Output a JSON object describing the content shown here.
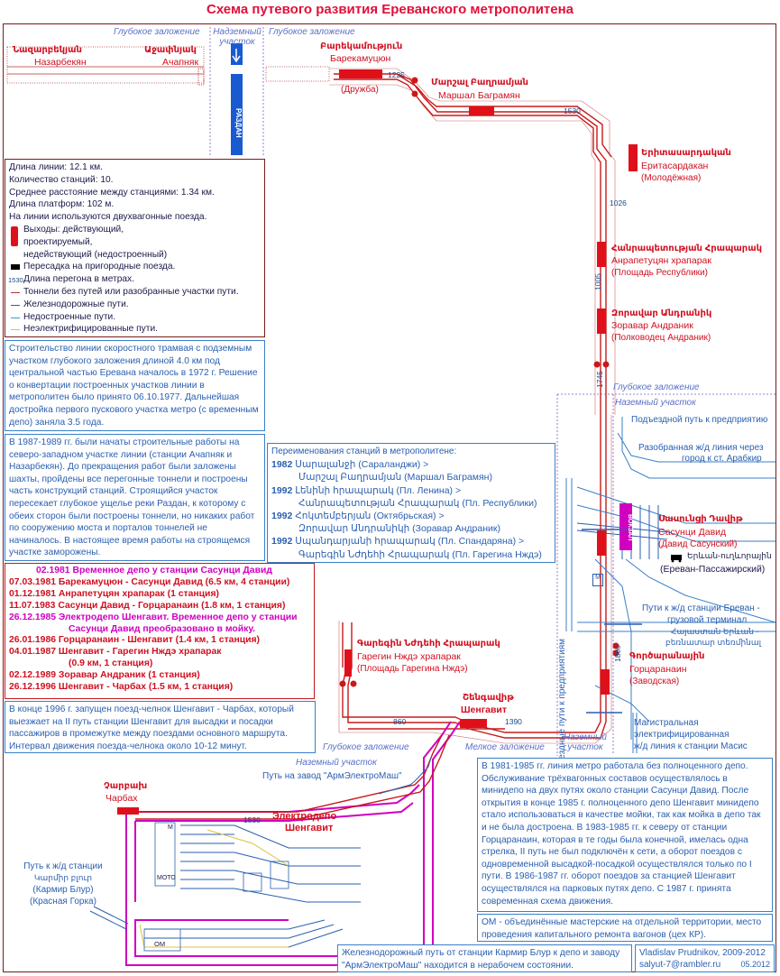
{
  "title": "Схема путевого развития Ереванского метрополитена",
  "zones": {
    "deep_top_left": "Глубокое заложение",
    "overground_top": "Надземный участок",
    "deep_top_right": "Глубокое заложение",
    "deep_mid": "Глубокое заложение",
    "ground_mid": "Наземный участок",
    "deep_bottom": "Глубокое заложение",
    "shallow_bottom": "Мелкое заложение",
    "ground_bottom": "Наземный участок",
    "ground_depot": "Наземный участок"
  },
  "river_label": "РАЗДАН",
  "stations": {
    "nazarbekyan": {
      "arm": "Նազարբեկյան",
      "ru": "Назарбекян"
    },
    "achapnyak": {
      "arm": "Աջափնյակ",
      "ru": "Ачапняк"
    },
    "barekamutyun": {
      "arm": "Բարեկամություն",
      "ru": "Барекамуцюн",
      "old": "(Дружба)"
    },
    "bagramyan": {
      "arm": "Մարշալ Բաղրամյան",
      "ru": "Маршал Баграмян"
    },
    "eritasardakan": {
      "arm": "Երիտասարդական",
      "ru": "Еритасардакан",
      "old": "(Молодёжная)"
    },
    "hanrapetutyun": {
      "arm": "Հանրապետության Հրապարակ",
      "ru": "Анрапетуцян храпарак",
      "old": "(Площадь Республики)"
    },
    "andranik": {
      "arm": "Զորավար Անդրանիկ",
      "ru": "Зоравар Андраник",
      "old": "(Полководец Андраник)"
    },
    "sasuntsi": {
      "arm": "Սասունցի Դավիթ",
      "ru": "Сасунци Давид",
      "old": "(Давид Сасунский)"
    },
    "gortsaranain": {
      "arm": "Գործարանային",
      "ru": "Горцаранаин",
      "old": "(Заводская)"
    },
    "nzhdeh": {
      "arm": "Գարեգին Նժդեհի Հրապարակ",
      "ru": "Гарегин Нждэ храпарак",
      "old": "(Площадь Гарегина Нждэ)"
    },
    "shengavit": {
      "arm": "Շենգավիթ",
      "ru": "Шенгавит"
    },
    "charbakh": {
      "arm": "Չարբախ",
      "ru": "Чарбах"
    },
    "yerevan_pass": {
      "arm": "Երևան-ուղևորային",
      "ru": "(Ереван-Пассажирский)"
    }
  },
  "vokzal_label": "ВОКЗАЛ",
  "depot": {
    "label": "Электродепо\nШенгавит",
    "label1": "Электродепо",
    "label2": "Шенгавит",
    "om": "ОМ",
    "moto": "МОТО",
    "m": "М"
  },
  "lengths": [
    "1225",
    "1530",
    "1026",
    "1005",
    "1745",
    "1800",
    "860",
    "1390",
    "1530"
  ],
  "notes": {
    "access_path": "Подъездной путь к предприятию",
    "rail_line": "Разобранная ж/д линия через",
    "rail_line2": "город к ст. Арабкир",
    "access_vertical": "Подъездные пути к предприятиям",
    "yerevan_cargo1": "Пути к ж/д станции Ереван -",
    "yerevan_cargo2": "грузовой терминал",
    "yerevan_cargo3": "Հայաստան Երևան -",
    "yerevan_cargo4": "բեռնատար տեռմինալ",
    "masis1": "Магистральная",
    "masis2": "электрифицированная",
    "masis3": "ж/д линия к станции Масис",
    "zavod": "Путь на завод \"АрмЭлектроМаш\"",
    "karmir1": "Путь к ж/д станции",
    "karmir2": "Կարմիր բլուր",
    "karmir3": "(Кармир Блур)",
    "karmir4": "(Красная Горка)"
  },
  "info": {
    "l1": "Длина линии: 12.1 км.",
    "l2": "Количество станций: 10.",
    "l3": "Среднее расстояние между станциями: 1.34 км.",
    "l4": "Длина платформ: 102 м.",
    "l5": "На линии используются двухвагонные поезда.",
    "leg1": "Выходы: действующий,",
    "leg2": "проектируемый,",
    "leg3": "недействующий (недостроенный)",
    "leg4": "Пересадка на пригородные поезда.",
    "leg5": "Длина перегона в метрах.",
    "leg6": "Тоннели без путей или разобранные участки пути.",
    "leg7": "Железнодорожные пути.",
    "leg8": "Недостроенные пути.",
    "leg9": "Неэлектрифицированные пути.",
    "len_sample": "1530"
  },
  "texts": {
    "tram": "Строительство линии скоростного трамвая с подземным участком глубокого заложения длиной 4.0 км под центральной частью Еревана началось в 1972 г. Решение о конвертации построенных участков линии в метрополитен было принято 06.10.1977. Дальнейшая достройка первого пускового участка метро (с временным депо) заняла 3.5 года.",
    "northwest": "В 1987-1989 гг. были начаты строительные работы на северо-западном участке линии (станции Ачапняк и Назарбекян). До прекращения работ были заложены шахты, пройдены все перегонные тоннели и построены часть конструкций станций. Строящийся участок пересекает глубокое ущелье реки Раздан, к которому с обеих сторон были построены тоннели, но никаких работ по сооружению моста и порталов тоннелей не начиналось. В настоящее время работы на строящемся участке заморожены.",
    "shuttle": "В конце 1996 г. запущен поезд-челнок Шенгавит - Чарбах, который выезжает на II путь станции Шенгавит для высадки и посадки пассажиров в промежутке между поездами основного маршрута. Интервал движения поезда-челнока около 10-12 минут.",
    "depo": "В 1981-1985 гг. линия метро работала без полноценного депо. Обслуживание трёхвагонных составов осуществлялось в минидепо на двух путях около станции Сасунци Давид. После открытия в конце 1985 г. полноценного депо Шенгавит минидепо стало использоваться в качестве мойки, так как мойка в депо так и не была достроена. В 1983-1985 гг. к северу от станции Горцаранаин, которая в те годы была конечной, имелась одна стрелка, II путь не был подключён к сети, а оборот поездов с одновременной высадкой-посадкой осуществлялся только по I пути. В 1986-1987 гг. оборот поездов за станцией Шенгавит осуществлялся на парковых путях депо. С 1987 г. принята современная схема движения.",
    "om": "ОМ - объединённые мастерские на отдельной территории, место проведения капитального ремонта вагонов (цех КР).",
    "karmir_note": "Железнодорожный путь от станции Кармир Блур к депо и заводу \"АрмЭлектроМаш\" находится в нерабочем состоянии."
  },
  "renames": {
    "header": "Переименования станций в метрополитене:",
    "rows": [
      {
        "year": "1982",
        "a": "Սարալանջի (Сараланджи)  >",
        "b": "Մարշալ Բաղրամյան (Маршал Баграмян)"
      },
      {
        "year": "1992",
        "a": "Լենինի հրապարակ (Пл. Ленина)  >",
        "b": "Հանրապետության Հրապարակ (Пл. Республики)"
      },
      {
        "year": "1992",
        "a": "Հոկտեմբերյան (Октябрьская)  >",
        "b": "Զորավար Անդրանիկի (Зоравар Андраник)"
      },
      {
        "year": "1992",
        "a": "Սպանդարյանի հրապարակ (Пл. Спандаряна)  >",
        "b": "Գարեգին Նժդեհի Հրապարակ (Пл. Гарегина Нждэ)"
      }
    ]
  },
  "history": [
    {
      "text": "02.1981 Временное депо у станции Сасунци Давид",
      "magenta": true
    },
    {
      "text": "07.03.1981 Барекамуцюн - Сасунци Давид (6.5 км, 4 станции)",
      "magenta": false
    },
    {
      "text": "01.12.1981 Анрапетуцян храпарак (1 станция)",
      "magenta": false
    },
    {
      "text": "11.07.1983 Сасунци Давид - Горцаранаин (1.8 км, 1 станция)",
      "magenta": false
    },
    {
      "text": "26.12.1985 Электродепо Шенгавит. Временное депо у станции",
      "magenta": true
    },
    {
      "text": "Сасунци Давид преобразовано в мойку.",
      "magenta": true
    },
    {
      "text": "26.01.1986 Горцаранаин - Шенгавит (1.4 км, 1 станция)",
      "magenta": false
    },
    {
      "text": "04.01.1987 Шенгавит - Гарегин Нждэ храпарак",
      "magenta": false
    },
    {
      "text": "(0.9 км, 1 станция)",
      "magenta": false
    },
    {
      "text": "02.12.1989 Зоравар Андраник (1 станция)",
      "magenta": false
    },
    {
      "text": "26.12.1996 Шенгавит - Чарбах (1.5 км, 1 станция)",
      "magenta": false
    }
  ],
  "credits": {
    "author": "Vladislav Prudnikov, 2009-2012",
    "email": "salyut-7@rambler.ru",
    "date": "05.2012"
  },
  "colors": {
    "line": "#d01020",
    "rail": "#3a7fc8",
    "depot": "#d000c0",
    "tunnel": "#b03030",
    "label": "#d01020"
  }
}
